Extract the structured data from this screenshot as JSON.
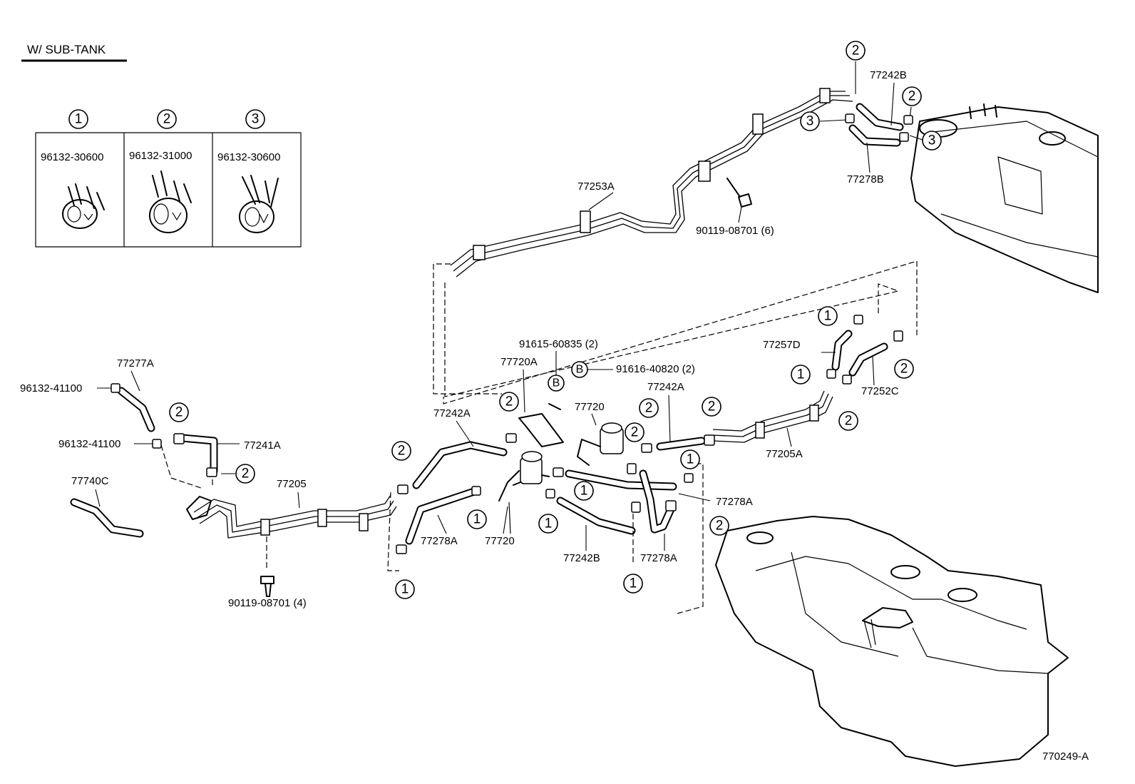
{
  "title": "W/ SUB-TANK",
  "legend": [
    {
      "number": "1",
      "part": "96132-30600"
    },
    {
      "number": "2",
      "part": "96132-31000"
    },
    {
      "number": "3",
      "part": "96132-30600"
    }
  ],
  "labels": {
    "p77277A": "77277A",
    "p96132_41100_a": "96132-41100",
    "p96132_41100_b": "96132-41100",
    "p77241A": "77241A",
    "p77740C": "77740C",
    "p77205": "77205",
    "p90119_08701_4": "90119-08701 (4)",
    "p77242A_left": "77242A",
    "p77720A": "77720A",
    "p91615_60835": "91615-60835 (2)",
    "p91616_40820": "91616-40820 (2)",
    "p77720_top": "77720",
    "p77242A_mid": "77242A",
    "p77278A_left": "77278A",
    "p77720_bottom": "77720",
    "p77242B_bottom": "77242B",
    "p77278A_bottom": "77278A",
    "p77278A_right": "77278A",
    "p77257D": "77257D",
    "p77252C": "77252C",
    "p77205A": "77205A",
    "p77253A": "77253A",
    "p90119_08701_6": "90119-08701 (6)",
    "p77242B_top": "77242B",
    "p77278B": "77278B",
    "figure_id": "770249-A"
  },
  "callouts": {
    "one": "1",
    "two": "2",
    "three": "3",
    "b": "B"
  }
}
